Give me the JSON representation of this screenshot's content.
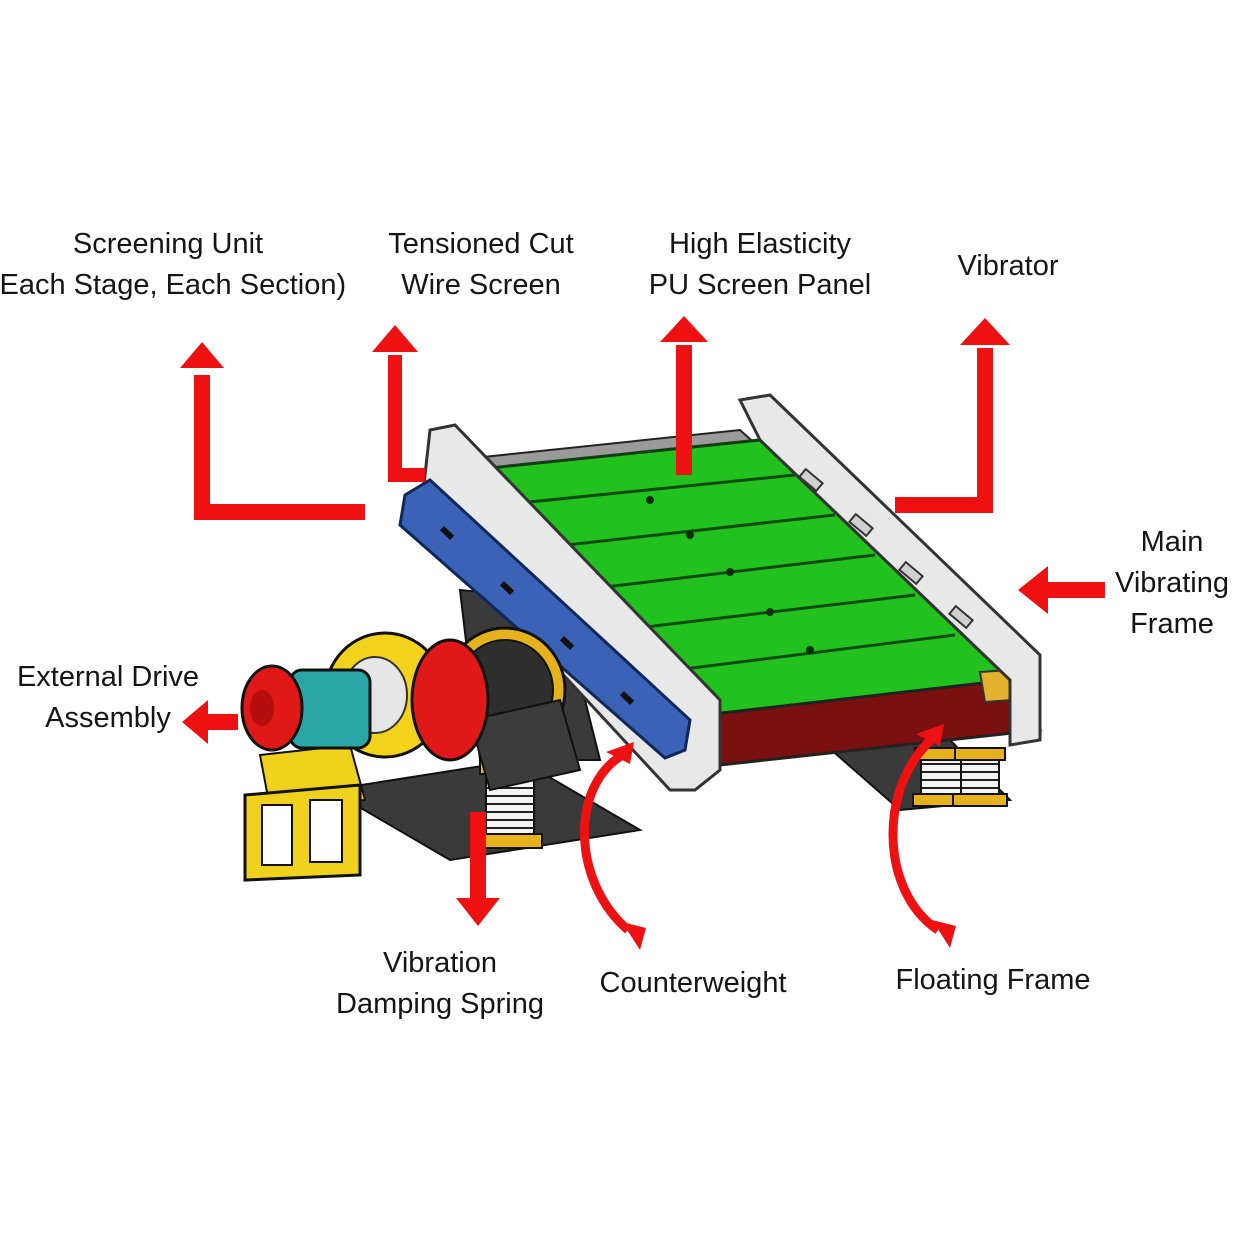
{
  "labels": {
    "screening_unit": {
      "line1": "Screening Unit",
      "line2": "(Each Stage, Each Section)"
    },
    "tensioned_cut_wire_screen": {
      "line1": "Tensioned Cut",
      "line2": "Wire Screen"
    },
    "high_elasticity_pu_screen_panel": {
      "line1": "High Elasticity",
      "line2": "PU Screen Panel"
    },
    "vibrator": {
      "line1": "Vibrator"
    },
    "main_vibrating_frame": {
      "line1": "Main",
      "line2": "Vibrating",
      "line3": "Frame"
    },
    "external_drive_assembly": {
      "line1": "External Drive",
      "line2": "Assembly"
    },
    "vibration_damping_spring": {
      "line1": "Vibration",
      "line2": "Damping Spring"
    },
    "counterweight": {
      "line1": "Counterweight"
    },
    "floating_frame": {
      "line1": "Floating Frame"
    }
  },
  "colors": {
    "arrow": "#ee1111",
    "screen_panel": "#22c21e",
    "side_frame": "#e8e8e8",
    "blue_rail": "#3a63b8",
    "floating_frame": "#7a1010",
    "motor_red": "#e01818",
    "motor_teal": "#2aa6a6",
    "pulley_yellow": "#f2d21b",
    "base_stand_yellow": "#f0d21e",
    "dark_steel": "#2e2e2e",
    "label_text": "#151515"
  }
}
